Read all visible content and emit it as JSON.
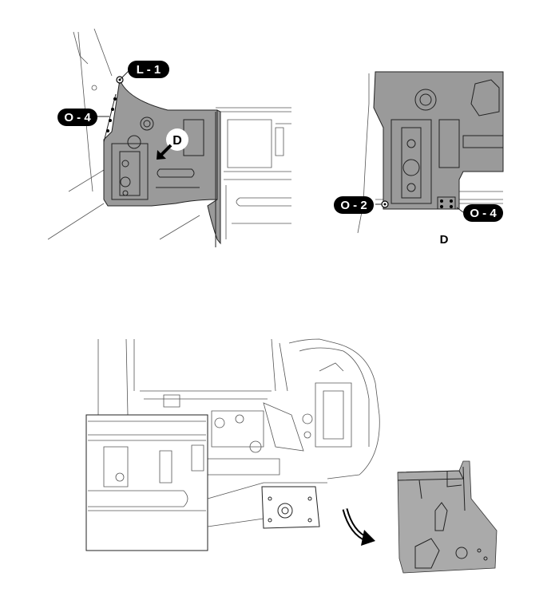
{
  "labels": {
    "L1": "L - 1",
    "O4_left": "O - 4",
    "D_callout": "D",
    "O2": "O - 2",
    "O4_right": "O - 4",
    "D_view": "D"
  },
  "colors": {
    "panel_fill": "#9a9a9a",
    "label_bg": "#000000",
    "label_text": "#ffffff",
    "line": "#555555"
  },
  "icons": {
    "direction_arrow": "arrow-down-left-icon",
    "removal_arrow": "curved-arrow-icon"
  }
}
